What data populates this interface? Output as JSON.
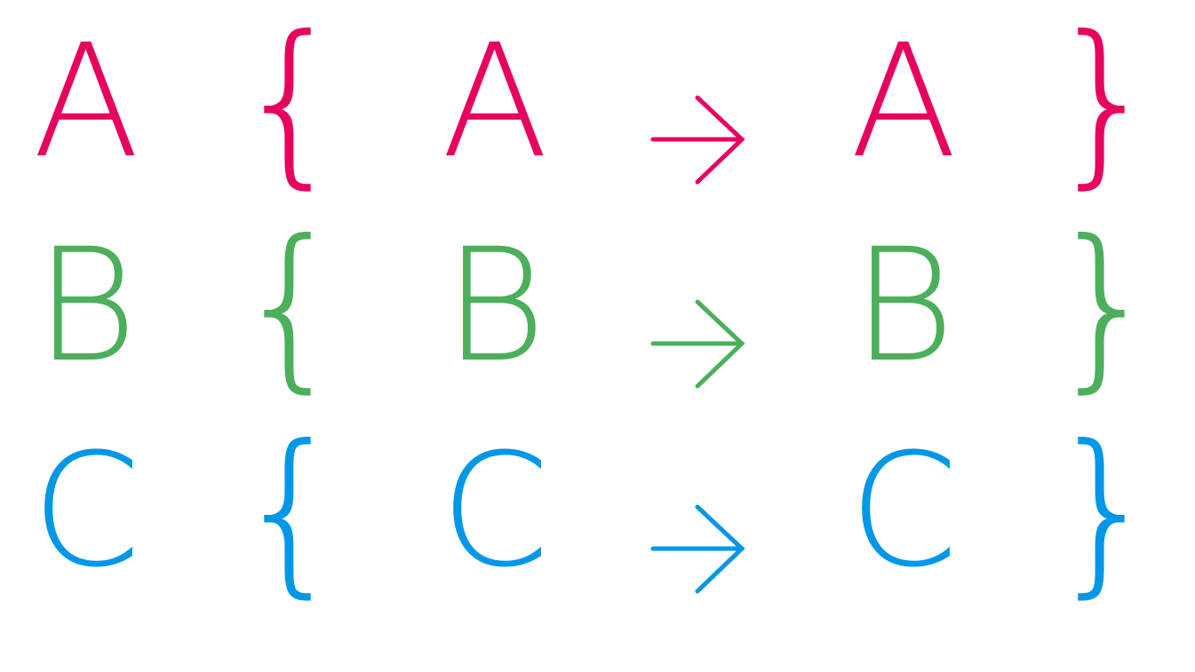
{
  "rows": [
    {
      "color": "#E8005F",
      "label": "A",
      "open": "{",
      "src": "A",
      "arrow": "→",
      "dst": "A",
      "close": "}"
    },
    {
      "color": "#4CAF5C",
      "label": "B",
      "open": "{",
      "src": "B",
      "arrow": "→",
      "dst": "B",
      "close": "}"
    },
    {
      "color": "#0097E6",
      "label": "C",
      "open": "{",
      "src": "C",
      "arrow": "→",
      "dst": "C",
      "close": "}"
    }
  ]
}
